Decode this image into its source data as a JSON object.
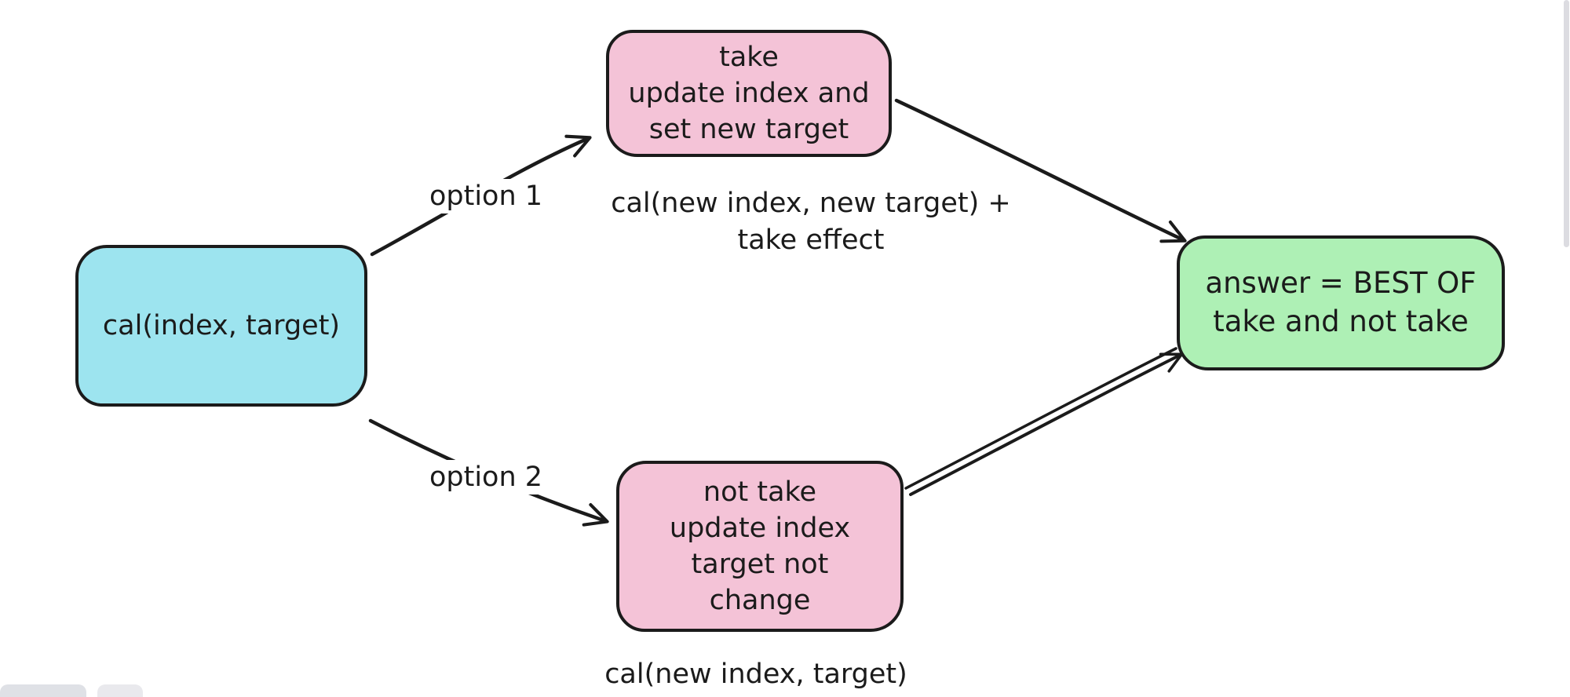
{
  "canvas": {
    "background": "#ffffff",
    "stroke_color": "#1b1b1b"
  },
  "nodes": {
    "start": {
      "label": "cal(index, target)",
      "fill": "#9de4ef"
    },
    "take": {
      "label": "take\nupdate index and\nset new target",
      "fill": "#f4c3d7"
    },
    "not_take": {
      "label": "not take\nupdate index\ntarget not\nchange",
      "fill": "#f4c3d7"
    },
    "answer": {
      "label": "answer = BEST OF\ntake and not take",
      "fill": "#aef0b5"
    }
  },
  "edge_labels": {
    "option1": "option 1",
    "option2": "option 2"
  },
  "annotations": {
    "take_recurrence": "cal(new index, new target) +\ntake effect",
    "not_take_recurrence": "cal(new index, target)"
  }
}
